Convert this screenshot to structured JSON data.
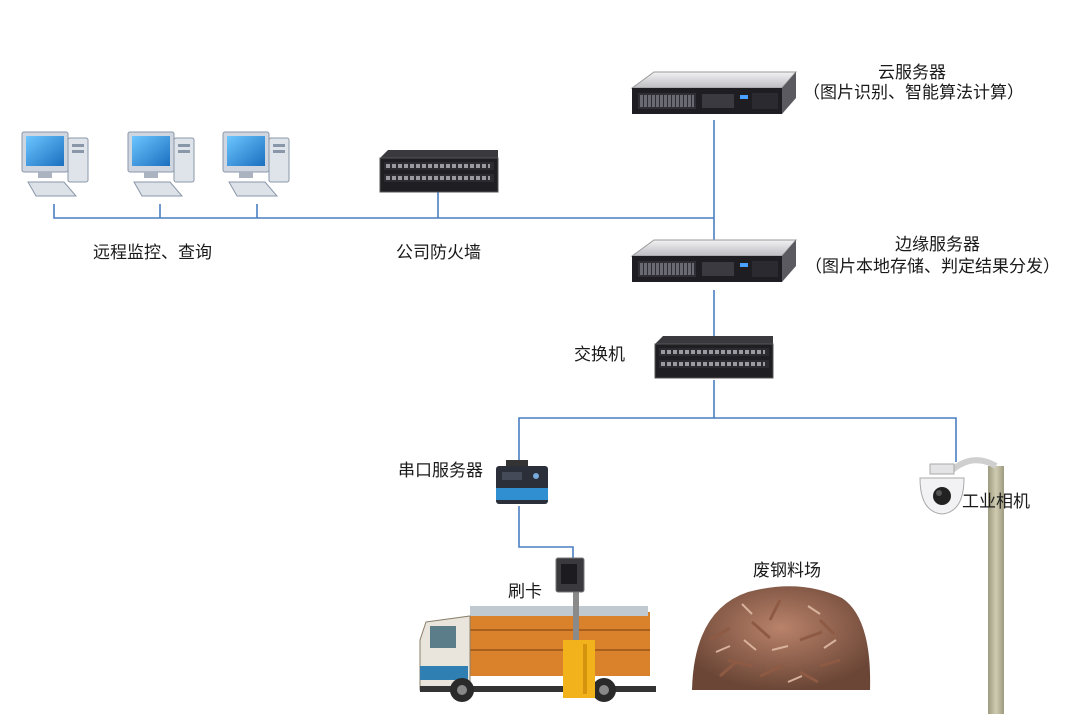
{
  "labels": {
    "cloud_server_title": "云服务器",
    "cloud_server_desc": "（图片识别、智能算法计算）",
    "edge_server_title": "边缘服务器",
    "edge_server_desc": "（图片本地存储、判定结果分发）",
    "remote_monitor": "远程监控、查询",
    "firewall": "公司防火墙",
    "switch": "交换机",
    "serial_server": "串口服务器",
    "industrial_camera": "工业相机",
    "card_swipe": "刷卡",
    "scrap_yard": "废钢料场"
  },
  "colors": {
    "line": "#4a7fc1",
    "server_dark": "#1e1e22",
    "server_light": "#d8d8dc",
    "monitor_blue": "#2a8fd8",
    "truck_orange": "#d9822b",
    "card_yellow": "#f2b21b",
    "pole": "#b8b49a"
  },
  "icons": [
    "computer-icon",
    "server-rack-icon",
    "network-switch-icon",
    "serial-device-icon",
    "dome-camera-icon",
    "truck-icon",
    "card-reader-icon",
    "scrap-pile-icon"
  ]
}
